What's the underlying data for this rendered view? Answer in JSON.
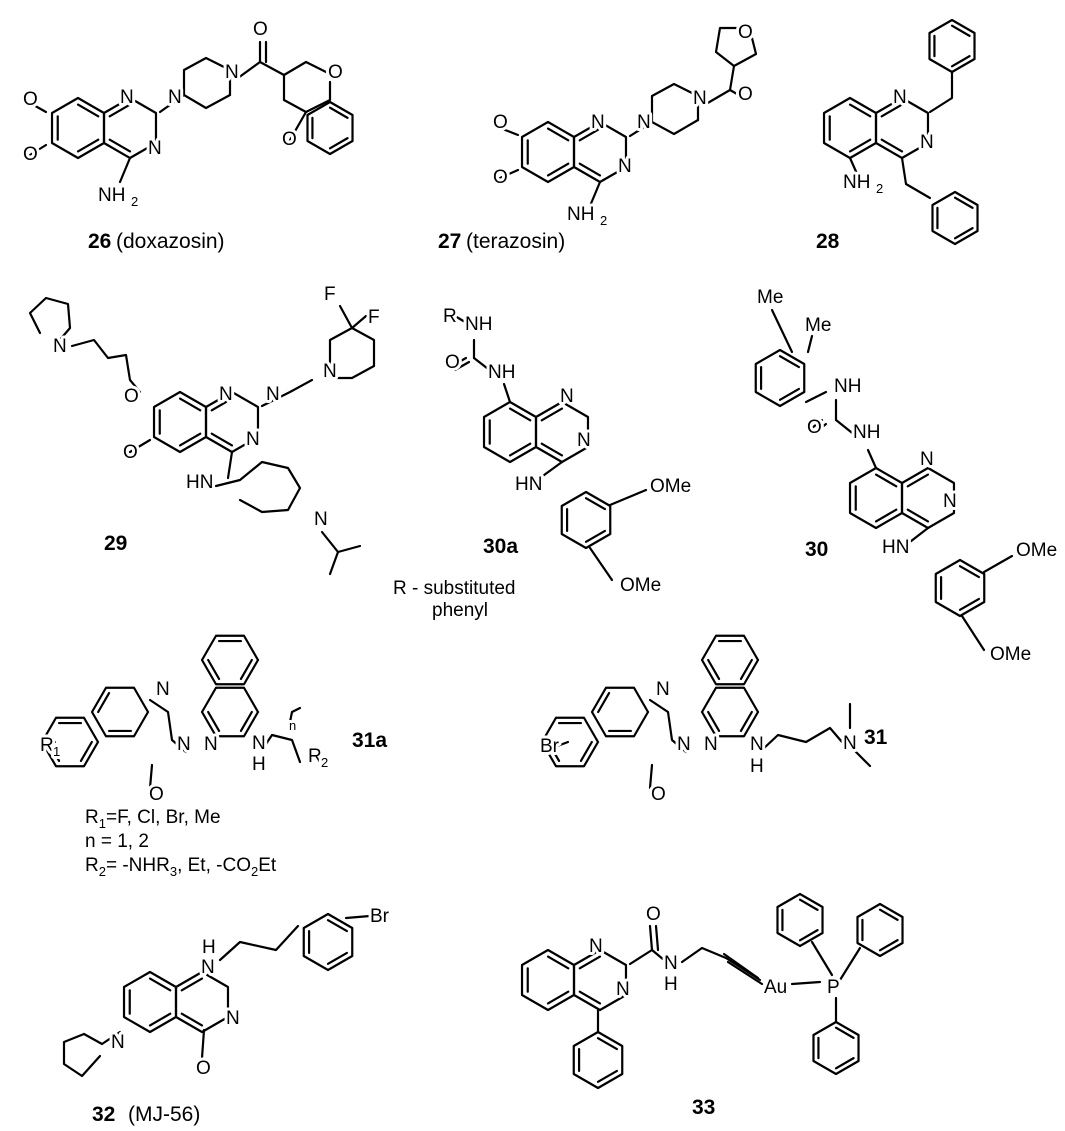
{
  "compounds": [
    {
      "number": "26",
      "name": "(doxazosin)"
    },
    {
      "number": "27",
      "name": "(terazosin)"
    },
    {
      "number": "28",
      "name": ""
    },
    {
      "number": "29",
      "name": ""
    },
    {
      "number": "30a",
      "name": ""
    },
    {
      "number": "30",
      "name": ""
    },
    {
      "number": "31a",
      "name": ""
    },
    {
      "number": "31",
      "name": ""
    },
    {
      "number": "32",
      "name": "(MJ-56)"
    },
    {
      "number": "33",
      "name": ""
    }
  ],
  "atoms": {
    "n": "N",
    "o": "O",
    "f": "F",
    "nh": "NH",
    "hn": "HN",
    "h": "H",
    "nh2": "NH",
    "nh2_sub": "2",
    "me": "Me",
    "ome": "OMe",
    "br": "Br",
    "au": "Au",
    "p": "P",
    "r": "R",
    "r1": "R",
    "r1_sub": "1",
    "r2": "R",
    "r2_sub": "2",
    "n_index": "n"
  },
  "notes": {
    "r_sub_line1": "R - substituted",
    "r_sub_line2": "phenyl",
    "r1_values": "=F, Cl, Br, Me",
    "n_values": "n = 1, 2",
    "r2_values_a": "= -NHR",
    "r2_values_r3": "3",
    "r2_values_b": ", Et, -CO",
    "r2_values_o2": "2",
    "r2_values_c": "Et"
  }
}
